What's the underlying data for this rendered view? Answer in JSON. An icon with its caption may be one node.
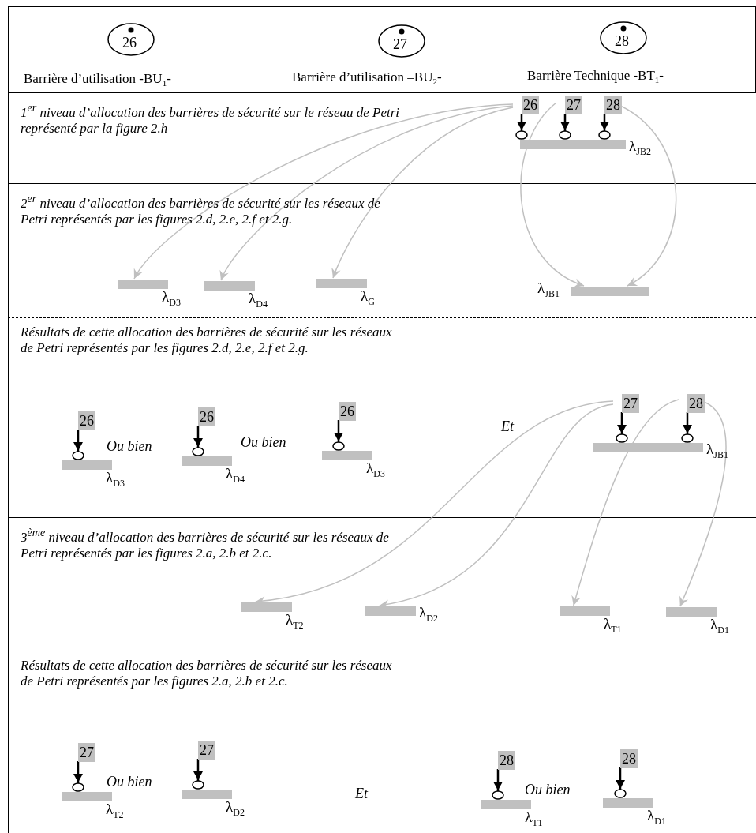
{
  "diagram": {
    "nodes": [
      {
        "text": [
          "26"
        ],
        "beside": [
          "Barrière d’utilisation -BU$_{1}$-"
        ]
      },
      {
        "text": [
          "27"
        ],
        "beside": [
          "Barrière d’utilisation –BU$_{2}$-"
        ]
      },
      {
        "text": [
          "28"
        ],
        "beside": [
          "Barrière Technique -BT$_{1}$-"
        ]
      },
      {
        "text": [
          "1$^{er}$ niveau d’allocation des barrières de sécurité sur le réseau de Petri représenté par la figure 2.h"
        ]
      },
      {
        "text": [
          "26"
        ],
        "in": 3
      },
      {
        "text": [
          "27"
        ],
        "in": 3
      },
      {
        "text": [
          "28"
        ],
        "in": 3
      },
      {
        "text": [],
        "shape": "bar",
        "in": 3,
        "beside": [
          "λ$_{JB2}$"
        ]
      },
      {
        "text": [
          "2$^{er}$ niveau d’allocation des barrières de sécurité sur les réseaux de Petri représentés par les figures 2.d, 2.e, 2.f et 2.g."
        ]
      },
      {
        "text": [],
        "shape": "bar",
        "in": 8,
        "beside": [
          "λ$_{D3}$"
        ]
      },
      {
        "text": [],
        "shape": "bar",
        "in": 8,
        "beside": [
          "λ$_{D4}$"
        ]
      },
      {
        "text": [],
        "shape": "bar",
        "in": 8,
        "beside": [
          "λ$_{G}$"
        ]
      },
      {
        "text": [],
        "shape": "bar",
        "in": 8,
        "beside": [
          "λ$_{JB1}$"
        ]
      },
      {
        "text": [
          "Résultats de cette allocation des barrières de sécurité sur les réseaux de Petri représentés par les figures 2.d, 2.e, 2.f et 2.g."
        ]
      },
      {
        "text": [
          "26"
        ],
        "in": 13
      },
      {
        "text": [],
        "shape": "bar",
        "in": 13,
        "beside": [
          "λ$_{D3}$"
        ]
      },
      {
        "text": [
          "26"
        ],
        "in": 13
      },
      {
        "text": [],
        "shape": "bar",
        "in": 13,
        "beside": [
          "λ$_{D4}$"
        ]
      },
      {
        "text": [
          "26"
        ],
        "in": 13
      },
      {
        "text": [],
        "shape": "bar",
        "in": 13,
        "beside": [
          "λ$_{D3}$"
        ]
      },
      {
        "text": [
          "27"
        ],
        "in": 13
      },
      {
        "text": [
          "28"
        ],
        "in": 13
      },
      {
        "text": [],
        "shape": "bar",
        "in": 13,
        "beside": [
          "λ$_{JB1}$"
        ]
      },
      {
        "text": [
          "3$^{ème}$ niveau d’allocation des barrières de sécurité sur les réseaux de Petri représentés par les figures 2.a, 2.b et 2.c."
        ]
      },
      {
        "text": [],
        "shape": "bar",
        "in": 23,
        "beside": [
          "λ$_{T2}$"
        ]
      },
      {
        "text": [],
        "shape": "bar",
        "in": 23,
        "beside": [
          "λ$_{D2}$"
        ]
      },
      {
        "text": [],
        "shape": "bar",
        "in": 23,
        "beside": [
          "λ$_{T1}$"
        ]
      },
      {
        "text": [],
        "shape": "bar",
        "in": 23,
        "beside": [
          "λ$_{D1}$"
        ]
      },
      {
        "text": [
          "Résultats de cette allocation des barrières de sécurité sur les réseaux de Petri représentés par les figures 2.a, 2.b et 2.c."
        ]
      },
      {
        "text": [
          "27"
        ],
        "in": 28
      },
      {
        "text": [],
        "shape": "bar",
        "in": 28,
        "beside": [
          "λ$_{T2}$"
        ]
      },
      {
        "text": [
          "27"
        ],
        "in": 28
      },
      {
        "text": [],
        "shape": "bar",
        "in": 28,
        "beside": [
          "λ$_{D2}$"
        ]
      },
      {
        "text": [
          "28"
        ],
        "in": 28
      },
      {
        "text": [],
        "shape": "bar",
        "in": 28,
        "beside": [
          "λ$_{T1}$"
        ]
      },
      {
        "text": [
          "28"
        ],
        "in": 28
      },
      {
        "text": [],
        "shape": "bar",
        "in": 28,
        "beside": [
          "λ$_{D1}$"
        ]
      }
    ],
    "edges": [
      {
        "from": 4,
        "to": 7,
        "arrow": "to"
      },
      {
        "from": 5,
        "to": 7,
        "arrow": "to"
      },
      {
        "from": 6,
        "to": 7,
        "arrow": "to"
      },
      {
        "from": 4,
        "to": 9,
        "arrow": "to",
        "color": "#c0c0c0"
      },
      {
        "from": 4,
        "to": 10,
        "arrow": "to",
        "color": "#c0c0c0"
      },
      {
        "from": 4,
        "to": 11,
        "arrow": "to",
        "color": "#c0c0c0"
      },
      {
        "from": 5,
        "to": 12,
        "arrow": "to",
        "color": "#c0c0c0"
      },
      {
        "from": 6,
        "to": 12,
        "arrow": "to",
        "color": "#c0c0c0"
      },
      {
        "from": 14,
        "to": 15,
        "arrow": "to"
      },
      {
        "from": 16,
        "to": 17,
        "arrow": "to"
      },
      {
        "from": 18,
        "to": 19,
        "arrow": "to"
      },
      {
        "from": 20,
        "to": 22,
        "arrow": "to"
      },
      {
        "from": 21,
        "to": 22,
        "arrow": "to"
      },
      {
        "from": 20,
        "to": 24,
        "arrow": "to",
        "color": "#c0c0c0"
      },
      {
        "from": 20,
        "to": 25,
        "arrow": "to",
        "color": "#c0c0c0"
      },
      {
        "from": 21,
        "to": 26,
        "arrow": "to",
        "color": "#c0c0c0"
      },
      {
        "from": 21,
        "to": 27,
        "arrow": "to",
        "color": "#c0c0c0"
      },
      {
        "from": 29,
        "to": 30,
        "arrow": "to"
      },
      {
        "from": 31,
        "to": 32,
        "arrow": "to"
      },
      {
        "from": 33,
        "to": 34,
        "arrow": "to"
      },
      {
        "from": 35,
        "to": 36,
        "arrow": "to"
      }
    ],
    "labels": [
      "Ou bien",
      "Ou bien",
      "Et",
      "Ou bien",
      "Et",
      "Ou bien"
    ]
  }
}
